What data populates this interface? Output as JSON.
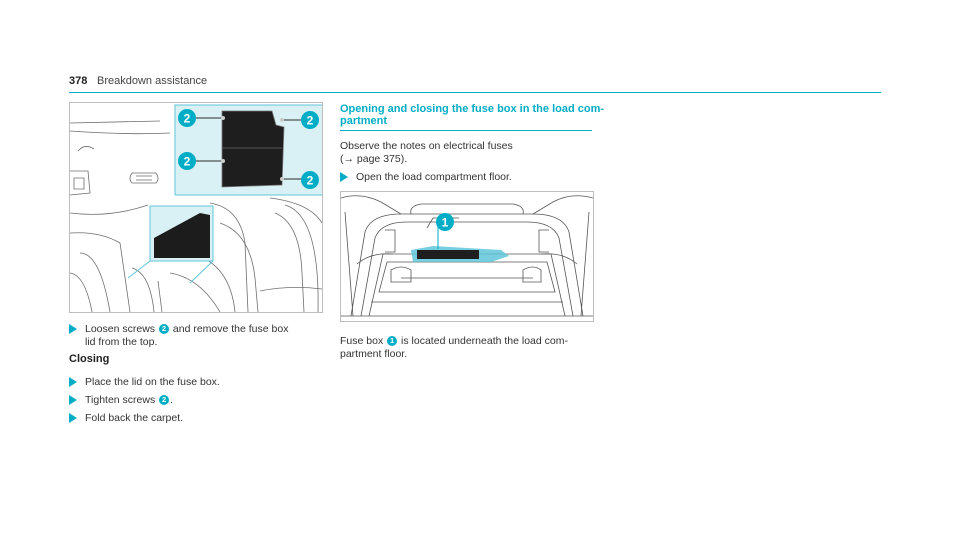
{
  "header": {
    "page_number": "378",
    "section": "Breakdown assistance"
  },
  "left_column": {
    "figure": {
      "callouts": [
        "2",
        "2",
        "2",
        "2"
      ]
    },
    "steps": [
      {
        "text_before": "Loosen screws",
        "callout": "2",
        "text_after": "and remove the fuse box",
        "line2": "lid from the top."
      }
    ],
    "closing_heading": "Closing",
    "closing_steps": [
      {
        "text": "Place the lid on the fuse box."
      },
      {
        "text_before": "Tighten screws",
        "callout": "2",
        "text_after": "."
      },
      {
        "text": "Fold back the carpet."
      }
    ]
  },
  "right_column": {
    "title_line1": "Opening and closing the fuse box in the load com-",
    "title_line2": "partment",
    "note_line1": "Observe the notes on electrical fuses",
    "note_line2": "(→ page 375).",
    "step": "Open the load compartment floor.",
    "figure": {
      "callouts": [
        "1"
      ]
    },
    "caption_before": "Fuse box",
    "caption_callout": "1",
    "caption_after": "is located underneath the load com-",
    "caption_line2": "partment floor."
  },
  "colors": {
    "accent": "#00adc6",
    "text": "#333333",
    "frame": "#bdbdbd"
  }
}
